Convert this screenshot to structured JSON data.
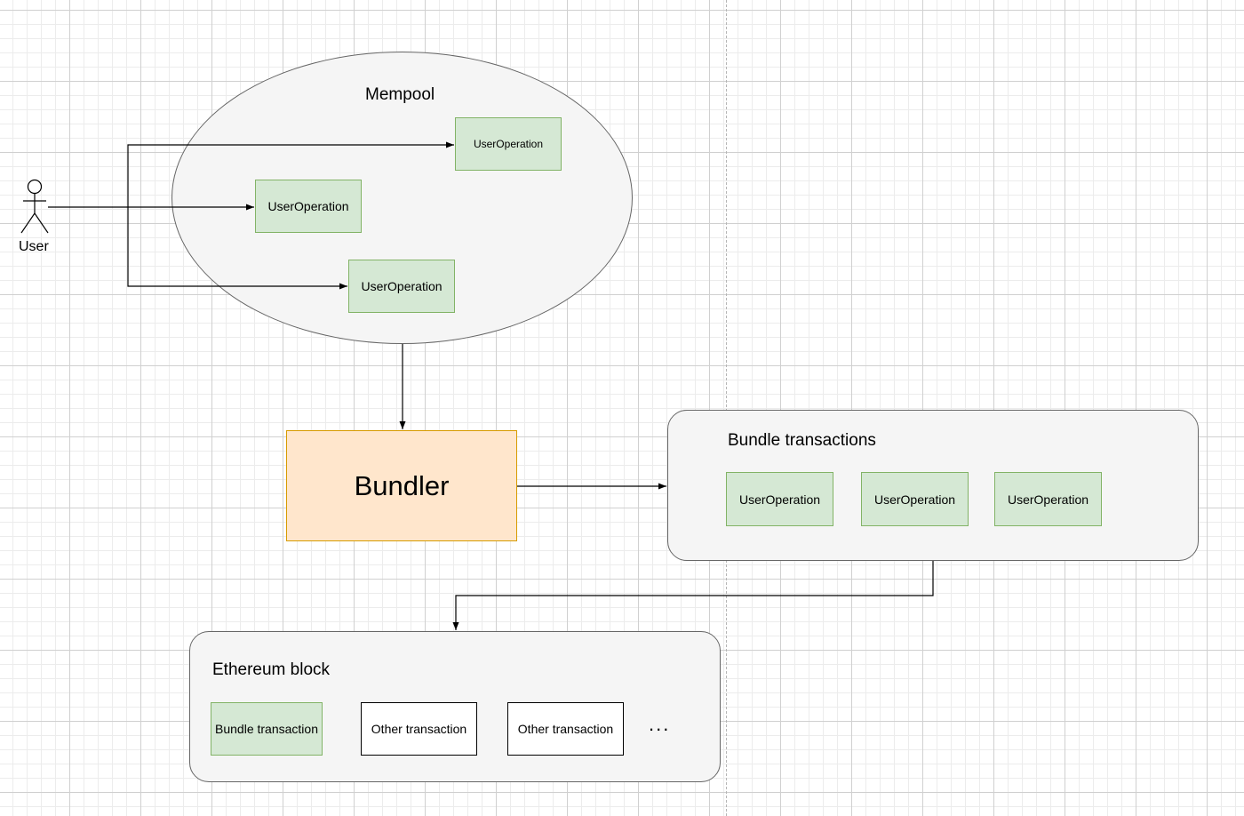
{
  "mempool": {
    "title": "Mempool",
    "ops": [
      "UserOperation",
      "UserOperation",
      "UserOperation"
    ]
  },
  "actor": {
    "label": "User"
  },
  "bundler": {
    "label": "Bundler"
  },
  "bundle_transactions": {
    "title": "Bundle transactions",
    "ops": [
      "UserOperation",
      "UserOperation",
      "UserOperation"
    ]
  },
  "ethereum_block": {
    "title": "Ethereum block",
    "bundle_item": "Bundle transaction",
    "others": [
      "Other transaction",
      "Other transaction"
    ],
    "ellipsis": "..."
  }
}
